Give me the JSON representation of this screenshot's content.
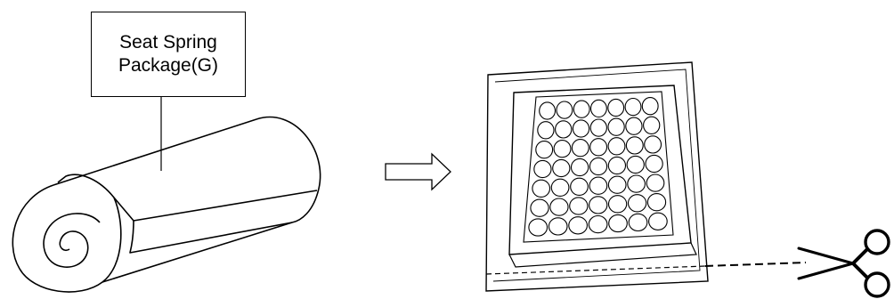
{
  "label": {
    "line1": "Seat Spring",
    "line2": "Package(G)"
  },
  "icons": {
    "roll": "rolled-sheet-icon",
    "arrow": "right-arrow-icon",
    "tray": "circle-grid-tray-icon",
    "scissors": "scissors-icon"
  },
  "colors": {
    "stroke": "#000000",
    "background": "#ffffff"
  },
  "tray_grid": {
    "rows": 7,
    "columns": 7
  }
}
